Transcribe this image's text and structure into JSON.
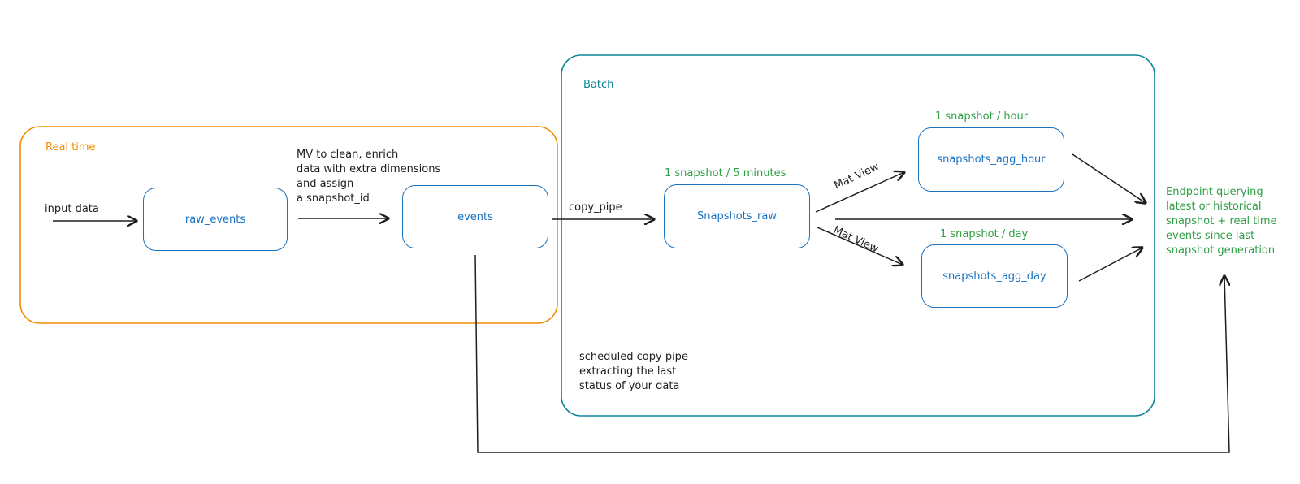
{
  "groups": {
    "realtime": {
      "title": "Real time",
      "color": "#f08c00"
    },
    "batch": {
      "title": "Batch",
      "color": "#0c8599"
    }
  },
  "nodes": {
    "raw_events": "raw_events",
    "events": "events",
    "snapshots_raw": "Snapshots_raw",
    "snapshots_agg_hour": "snapshots_agg_hour",
    "snapshots_agg_day": "snapshots_agg_day"
  },
  "labels": {
    "input_data": "input data",
    "mv_note": "MV to clean, enrich\ndata with extra dimensions\n and assign\na snapshot_id",
    "copy_pipe": "copy_pipe",
    "snapshot_5min": "1 snapshot / 5 minutes",
    "snapshot_hour": "1 snapshot / hour",
    "snapshot_day": "1 snapshot / day",
    "mat_view_top": "Mat View",
    "mat_view_bottom": "Mat View",
    "scheduled_note": "scheduled copy pipe\nextracting the last\nstatus of your data",
    "endpoint_note": "Endpoint querying\nlatest or historical\nsnapshot + real time\nevents since last\nsnapshot generation"
  },
  "colors": {
    "node": "#1971c2",
    "note": "#2f9e44",
    "stroke": "#1e1e1e"
  }
}
